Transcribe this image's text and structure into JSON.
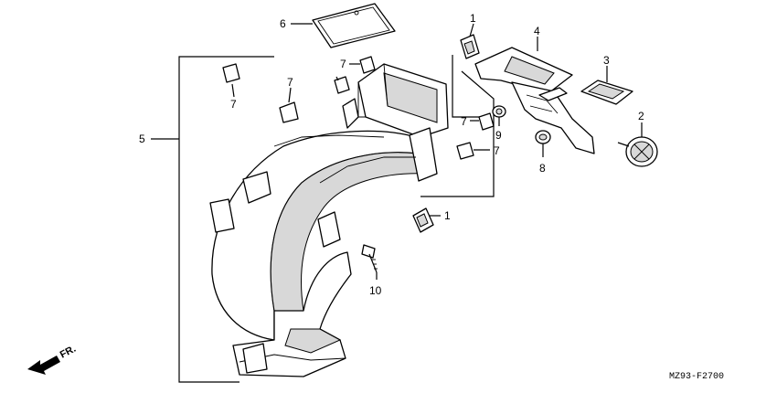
{
  "callouts": {
    "c1_top": "1",
    "c1_mid": "1",
    "c2": "2",
    "c3": "3",
    "c4": "4",
    "c5": "5",
    "c6": "6",
    "c7_a": "7",
    "c7_b": "7",
    "c7_c": "7",
    "c7_d": "7",
    "c7_e": "7",
    "c8": "8",
    "c9": "9",
    "c10": "10"
  },
  "direction_label": "FR.",
  "diagram_code": "MZ93-F2700"
}
